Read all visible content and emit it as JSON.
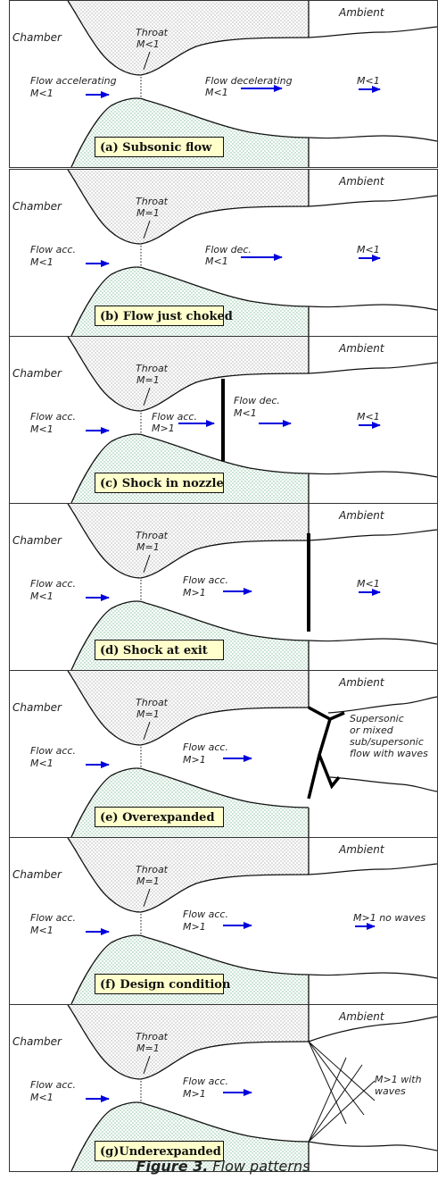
{
  "common": {
    "chamber": "Chamber",
    "throat": "Throat",
    "ambient": "Ambient",
    "m_eq_1": "M=1",
    "m_lt_1": "M<1",
    "m_gt_1": "M>1"
  },
  "figure_caption": {
    "label": "Figure 3.",
    "text": "Flow patterns"
  },
  "panels": [
    {
      "caption": "(a) Subsonic flow",
      "throat_m": "M<1",
      "inlet": "Flow accelerating",
      "mid": "Flow decelerating",
      "mid_m": "M<1",
      "outlet_m": "M<1",
      "shock": "none"
    },
    {
      "caption": "(b) Flow just choked",
      "throat_m": "M=1",
      "inlet": "Flow acc.",
      "mid": "Flow dec.",
      "mid_m": "M<1",
      "outlet_m": "M<1",
      "shock": "none"
    },
    {
      "caption": "(c) Shock in nozzle",
      "throat_m": "M=1",
      "inlet": "Flow acc.",
      "mid": "Flow acc.",
      "mid_m": "M>1",
      "post": "Flow dec.",
      "post_m": "M<1",
      "outlet_m": "M<1",
      "shock": "in-nozzle"
    },
    {
      "caption": "(d) Shock at exit",
      "throat_m": "M=1",
      "inlet": "Flow acc.",
      "mid": "Flow acc.",
      "mid_m": "M>1",
      "outlet_m": "M<1",
      "shock": "at-exit"
    },
    {
      "caption": "(e) Overexpanded",
      "throat_m": "M=1",
      "inlet": "Flow acc.",
      "mid": "Flow acc.",
      "mid_m": "M>1",
      "outlet_lines": [
        "Supersonic",
        "or mixed",
        "sub/supersonic",
        "flow with waves"
      ],
      "shock": "overexpanded"
    },
    {
      "caption": "(f) Design condition",
      "throat_m": "M=1",
      "inlet": "Flow acc.",
      "mid": "Flow acc.",
      "mid_m": "M>1",
      "outlet_text": "M>1 no waves",
      "shock": "none"
    },
    {
      "caption": "(g)Underexpanded",
      "throat_m": "M=1",
      "inlet": "Flow acc.",
      "mid": "Flow acc.",
      "mid_m": "M>1",
      "outlet_lines": [
        "M>1 with",
        "waves"
      ],
      "shock": "underexpanded"
    }
  ],
  "colors": {
    "arrow": "#0000dd",
    "caption_bg": "#ffffcc",
    "wall_dots": "#999999",
    "wall_dots_green": "#7dbb98",
    "border": "#333333"
  }
}
